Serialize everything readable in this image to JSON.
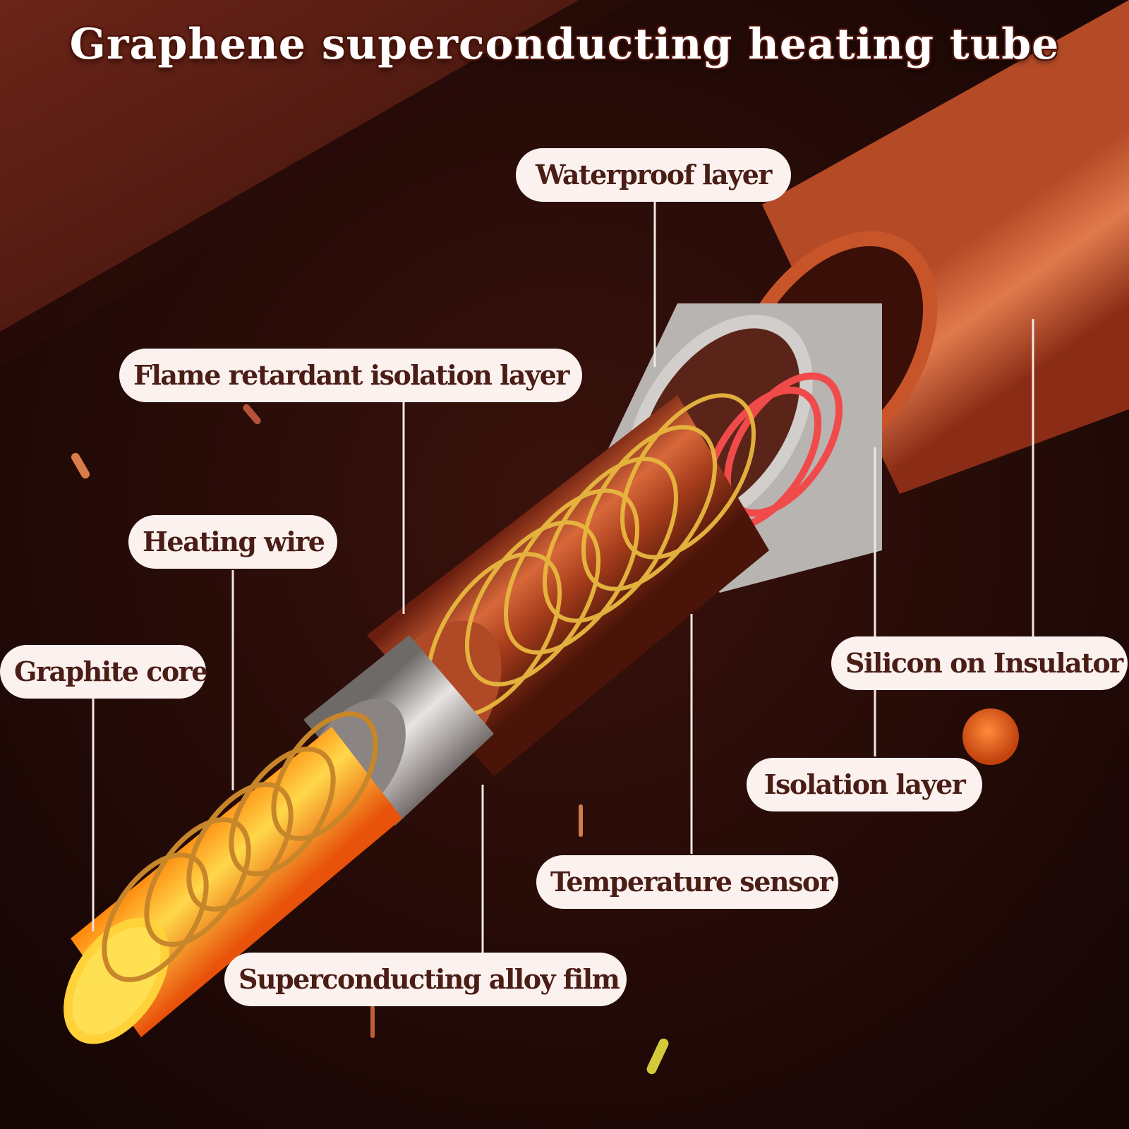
{
  "title": "Graphene superconducting heating tube",
  "labels": {
    "waterproof_layer": "Waterproof layer",
    "flame_retardant_isolation_layer": "Flame retardant isolation layer",
    "heating_wire": "Heating wire",
    "graphite_core": "Graphite core",
    "silicon_on_insulator": "Silicon on Insulator",
    "isolation_layer": "Isolation layer",
    "temperature_sensor": "Temperature sensor",
    "superconducting_alloy_film": "Superconducting alloy film"
  },
  "colors": {
    "background": "#1a0806",
    "tube_outer": "#c85a32",
    "core_glow": "#ffc21a",
    "label_fill": "#fbf2ef",
    "label_text": "#4a1d16",
    "leader_line": "#f3e6e2"
  }
}
